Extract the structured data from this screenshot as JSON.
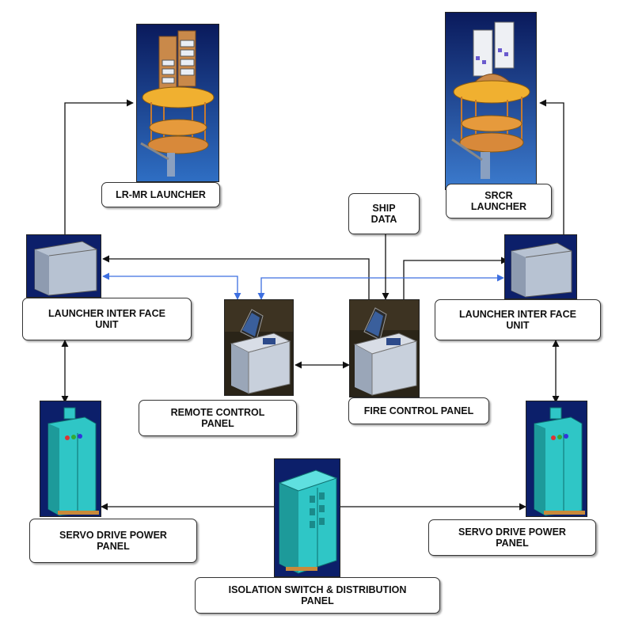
{
  "labels": {
    "lrmr_launcher": "LR-MR LAUNCHER",
    "srcr_launcher": "SRCR\nLAUNCHER",
    "ship_data": "SHIP\nDATA",
    "liu_left": "LAUNCHER INTER FACE\nUNIT",
    "liu_right": "LAUNCHER INTER FACE\nUNIT",
    "remote_control_panel": "REMOTE CONTROL\nPANEL",
    "fire_control_panel": "FIRE CONTROL PANEL",
    "servo_left": "SERVO DRIVE POWER\nPANEL",
    "servo_right": "SERVO DRIVE POWER\nPANEL",
    "isolation_switch": "ISOLATION SWITCH & DISTRIBUTION\nPANEL"
  },
  "colors": {
    "black_link": "#111111",
    "blue_link": "#3d6fe0",
    "photo_bg": "#0b1f66",
    "launcher_gold": "#e8a23a",
    "cabinet_teal": "#27c3c3",
    "panel_grey": "#9aa6b8"
  },
  "icons": {
    "launcher": "missile-launcher-icon",
    "interface_unit": "interface-unit-icon",
    "console": "control-console-icon",
    "cabinet": "electrical-cabinet-icon"
  }
}
